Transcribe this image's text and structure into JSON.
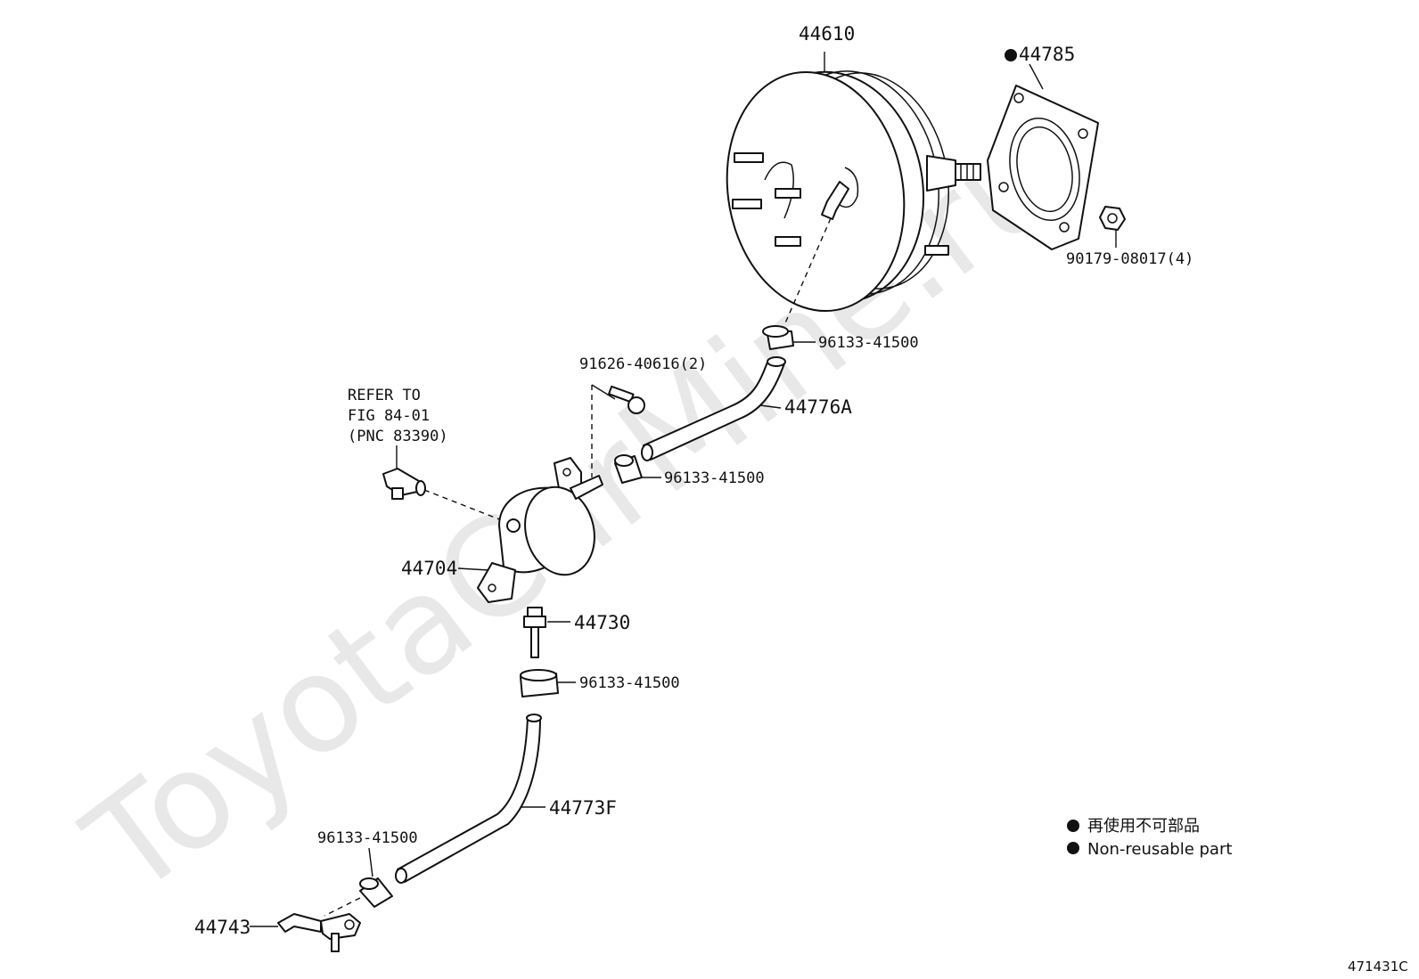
{
  "watermark": "ToyotaCarMine.ru",
  "labels": {
    "booster": "44610",
    "gasket": "44785",
    "nut": "90179-08017(4)",
    "clamp_top": "96133-41500",
    "hose_a": "44776A",
    "bolt": "91626-40616(2)",
    "clamp_mid": "96133-41500",
    "refer_line1": "REFER TO",
    "refer_line2": "FIG 84-01",
    "refer_line3": "(PNC 83390)",
    "pump": "44704",
    "valve": "44730",
    "clamp_low": "96133-41500",
    "hose_f": "44773F",
    "clamp_bottom": "96133-41500",
    "pipe": "44743"
  },
  "legend": {
    "japanese": "再使用不可部品",
    "english": "Non-reusable part"
  },
  "figure_id": "471431C"
}
